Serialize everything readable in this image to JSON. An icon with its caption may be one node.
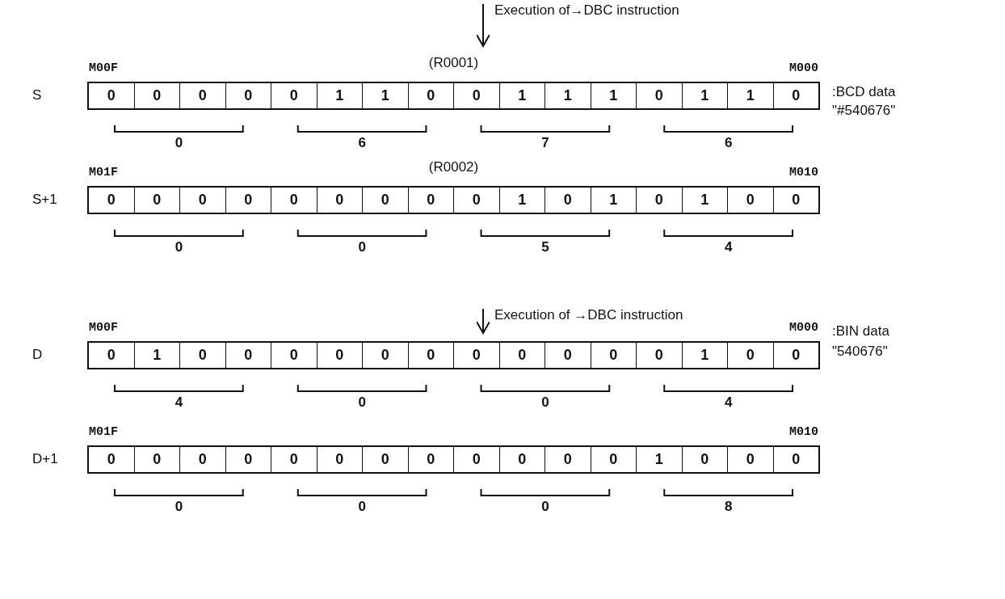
{
  "diagram": {
    "nodes": [
      {
        "text": [
          "0",
          "0",
          "0",
          "0",
          "0",
          "1",
          "1",
          "0",
          "0",
          "1",
          "1",
          "1",
          "0",
          "1",
          "1",
          "0"
        ],
        "beside": [
          "S",
          "M00F",
          "(R0001)",
          "M000",
          ":BCD data",
          "\"#540676\"",
          "0",
          "6",
          "7",
          "6"
        ]
      },
      {
        "text": [
          "0",
          "0",
          "0",
          "0",
          "0",
          "0",
          "0",
          "0",
          "0",
          "1",
          "0",
          "1",
          "0",
          "1",
          "0",
          "0"
        ],
        "beside": [
          "S+1",
          "M01F",
          "(R0002)",
          "M010",
          "0",
          "0",
          "5",
          "4"
        ]
      },
      {
        "text": [
          "0",
          "1",
          "0",
          "0",
          "0",
          "0",
          "0",
          "0",
          "0",
          "0",
          "0",
          "0",
          "0",
          "1",
          "0",
          "0"
        ],
        "beside": [
          "D",
          "M00F",
          "M000",
          ":BIN data",
          "\"540676\"",
          "4",
          "0",
          "0",
          "4"
        ]
      },
      {
        "text": [
          "0",
          "0",
          "0",
          "0",
          "0",
          "0",
          "0",
          "0",
          "0",
          "0",
          "0",
          "0",
          "1",
          "0",
          "0",
          "0"
        ],
        "beside": [
          "D+1",
          "M01F",
          "M010",
          "0",
          "0",
          "0",
          "8"
        ]
      }
    ],
    "labels": [
      "Execution of→DBC instruction",
      "Execution of →DBC instruction"
    ]
  }
}
